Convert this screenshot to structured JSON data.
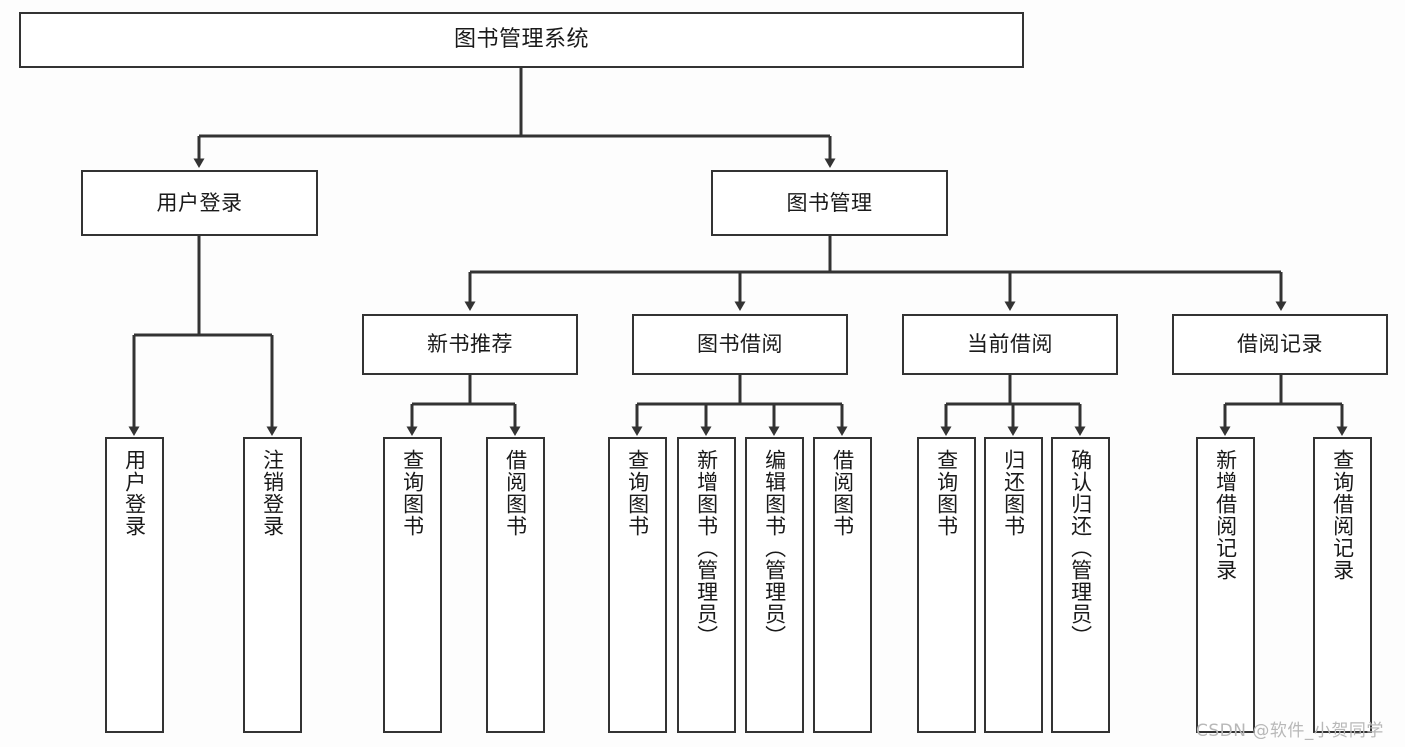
{
  "diagram": {
    "title": "图书管理系统",
    "watermark": "CSDN @软件_小贺同学",
    "line_color": "#333333",
    "box_fill": "#ffffff",
    "background": "#fdfdfd",
    "root": {
      "label": "图书管理系统"
    },
    "level2": [
      {
        "label": "用户登录"
      },
      {
        "label": "图书管理"
      }
    ],
    "level3": [
      {
        "label": "新书推荐"
      },
      {
        "label": "图书借阅"
      },
      {
        "label": "当前借阅"
      },
      {
        "label": "借阅记录"
      }
    ],
    "leaves": {
      "user_login": [
        {
          "label": "用户登录"
        },
        {
          "label": "注销登录"
        }
      ],
      "new_book_recommend": [
        {
          "label": "查询图书"
        },
        {
          "label": "借阅图书"
        }
      ],
      "book_borrow": [
        {
          "label": "查询图书"
        },
        {
          "label": "新增图书（管理员）"
        },
        {
          "label": "编辑图书（管理员）"
        },
        {
          "label": "借阅图书"
        }
      ],
      "current_borrow": [
        {
          "label": "查询图书"
        },
        {
          "label": "归还图书"
        },
        {
          "label": "确认归还（管理员）"
        }
      ],
      "borrow_record": [
        {
          "label": "新增借阅记录"
        },
        {
          "label": "查询借阅记录"
        }
      ]
    }
  }
}
